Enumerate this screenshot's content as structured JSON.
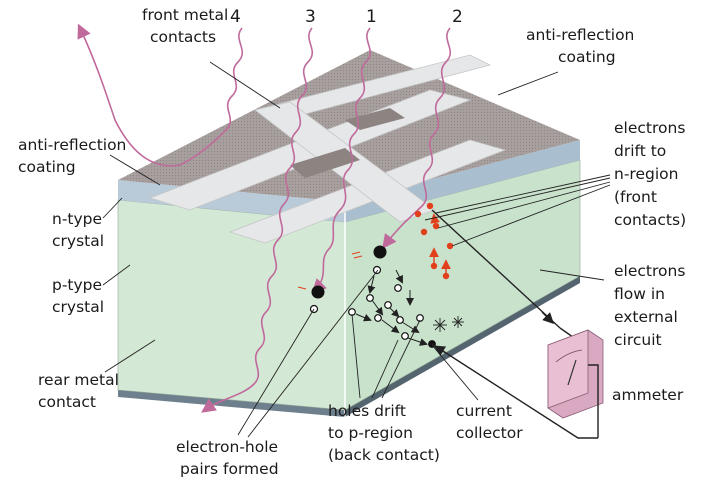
{
  "labels": {
    "front_metal_contacts": [
      "front metal",
      "contacts"
    ],
    "anti_reflection_right": [
      "anti-reflection",
      "coating"
    ],
    "anti_reflection_left": [
      "anti-reflection",
      "coating"
    ],
    "n_type": [
      "n-type",
      "crystal"
    ],
    "p_type": [
      "p-type",
      "crystal"
    ],
    "rear_metal_contact": [
      "rear metal",
      "contact"
    ],
    "electron_hole_pairs": [
      "electron-hole",
      "pairs formed"
    ],
    "holes_drift": [
      "holes drift",
      "to p-region",
      "(back contact)"
    ],
    "current_collector": [
      "current",
      "collector"
    ],
    "ammeter": "ammeter",
    "electrons_flow": [
      "electrons",
      "flow in",
      "external",
      "circuit"
    ],
    "electrons_drift": [
      "electrons",
      "drift to",
      "n-region",
      "(front",
      "contacts)"
    ]
  },
  "rays": [
    "4",
    "3",
    "1",
    "2"
  ],
  "colors": {
    "wave": "#c06a9c",
    "electron": "#e2401c",
    "top_surface": "#a49a98",
    "contact_metal": "#e6e7e8",
    "n_layer": "#b9cbd9",
    "p_layer": "#d4e8d6",
    "rear_contact": "#6e808d",
    "meter_body": "#e9bfd4"
  }
}
